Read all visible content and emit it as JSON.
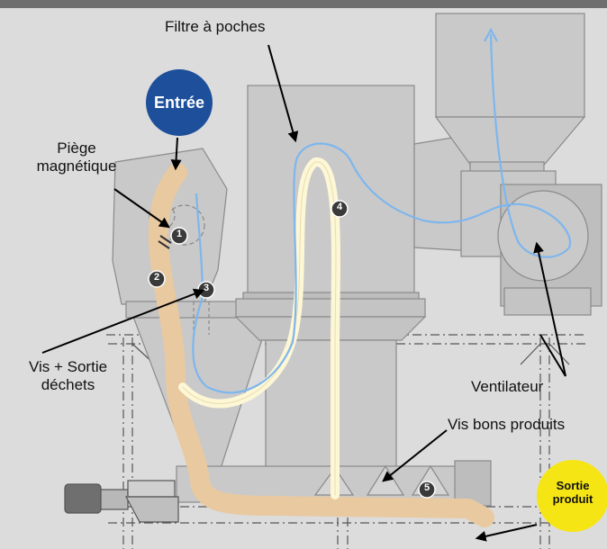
{
  "labels": {
    "filter": "Filtre à poches",
    "inlet": "Entrée",
    "trap_line1": "Piège",
    "trap_line2": "magnétique",
    "waste_line1": "Vis + Sortie",
    "waste_line2": "déchets",
    "fan": "Ventilateur",
    "good_screw": "Vis bons produits",
    "outlet_line1": "Sortie",
    "outlet_line2": "produit"
  },
  "markers": [
    "1",
    "2",
    "3",
    "4",
    "5"
  ],
  "colors": {
    "top_bar": "#6e6e6e",
    "background": "#dcdcdc",
    "machine_fill": "#c9c9c9",
    "machine_dark": "#b9b9b9",
    "machine_stroke": "#8a8a8a",
    "product_flow": "#e9c9a0",
    "air_flow": "#7eb6ee",
    "clean_flow": "#fdf7d6",
    "inlet_badge": "#1d4f9a",
    "outlet_badge": "#f6e514",
    "marker": "#3a3a3a",
    "arrow": "#000000"
  },
  "icons": [
    "arrow-icon"
  ]
}
